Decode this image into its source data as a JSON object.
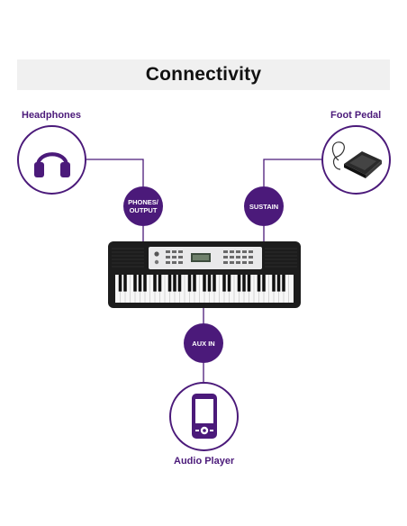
{
  "title": "Connectivity",
  "devices": {
    "headphones": {
      "label": "Headphones",
      "icon": "headphones-icon"
    },
    "foot_pedal": {
      "label": "Foot Pedal",
      "icon": "sustain-pedal-icon"
    },
    "audio_player": {
      "label": "Audio Player",
      "icon": "smartphone-icon"
    }
  },
  "ports": {
    "phones": {
      "line1": "PHONES/",
      "line2": "OUTPUT"
    },
    "sustain": {
      "label": "SUSTAIN"
    },
    "aux": {
      "label": "AUX IN"
    }
  },
  "colors": {
    "accent": "#4b1a7a",
    "title_band": "#f0f0f0",
    "keyboard_body": "#1c1c1c"
  }
}
